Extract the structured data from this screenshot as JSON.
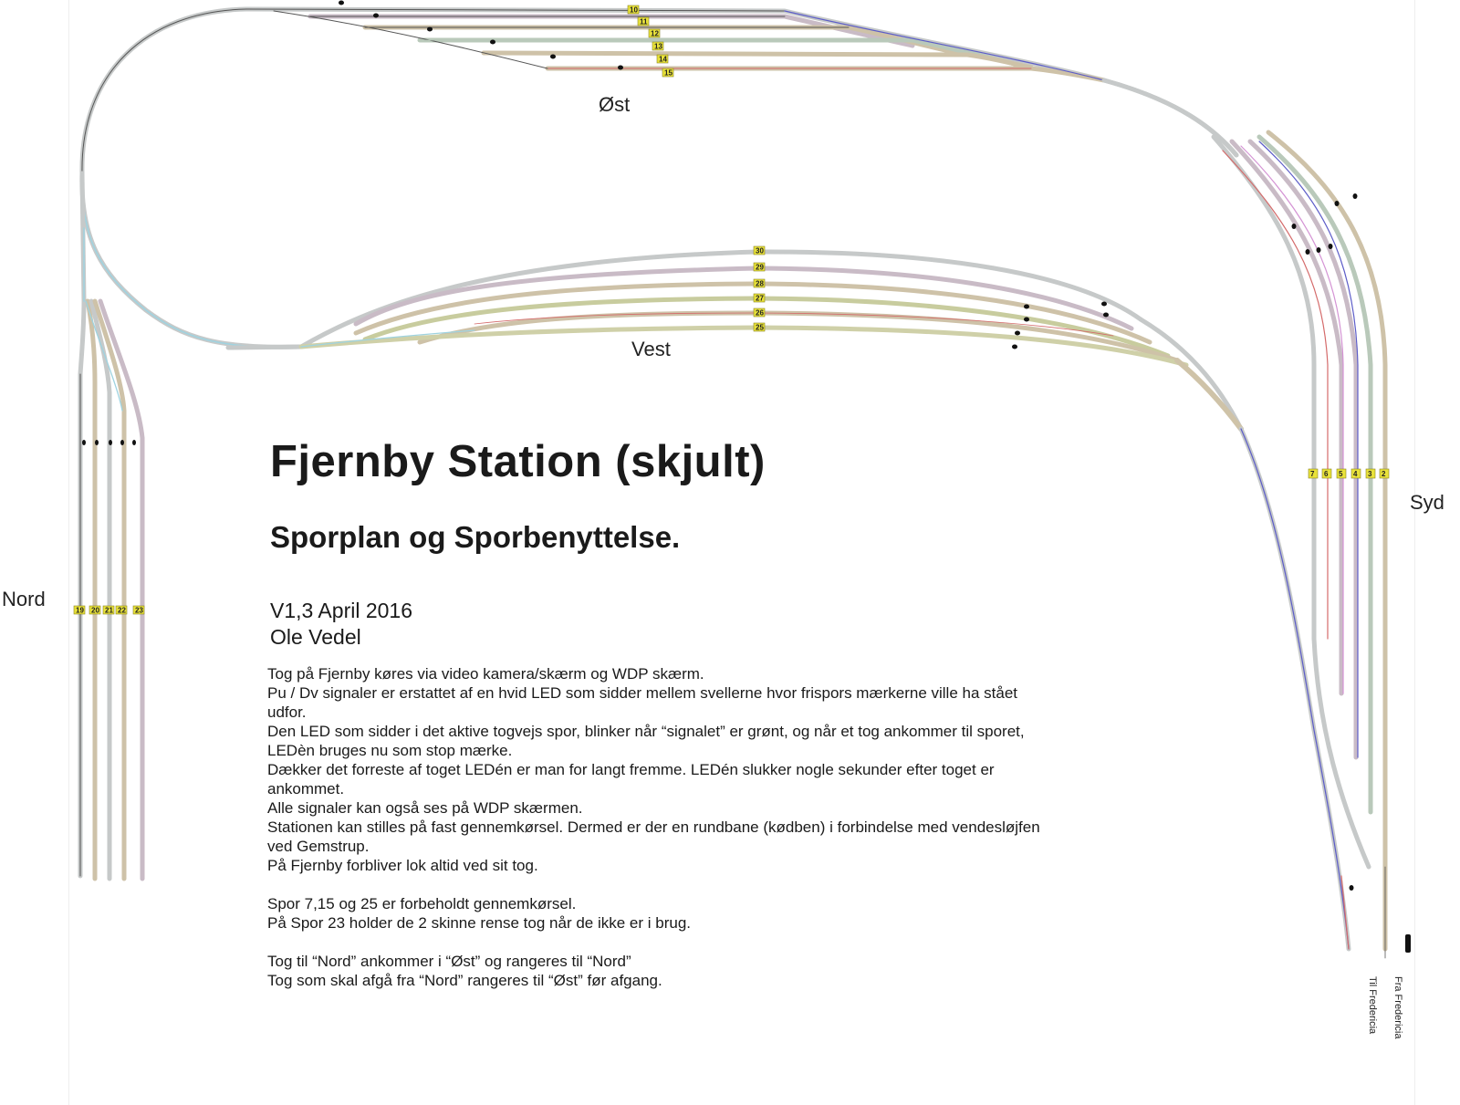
{
  "title": "Fjernby  Station (skjult)",
  "subtitle": "Sporplan og Sporbenyttelse.",
  "version": "V1,3 April 2016",
  "author": "Ole Vedel",
  "regions": {
    "east": "Øst",
    "west": "Vest",
    "north": "Nord",
    "south": "Syd"
  },
  "exits": {
    "to_fredericia": "Til Fredericia",
    "from_fredericia": "Fra Fredericia"
  },
  "notes": [
    "Tog på Fjernby køres via video kamera/skærm og WDP skærm.",
    "Pu / Dv signaler er erstattet af en hvid LED som sidder mellem svellerne hvor frispors mærkerne ville ha stået udfor.",
    "Den LED som sidder i det aktive togvejs spor, blinker når “signalet” er grønt, og når et tog ankommer til sporet, LEDèn bruges nu som stop mærke.",
    "Dækker det forreste af toget LEDén er man for langt fremme. LEDén slukker nogle sekunder efter toget er ankommet.",
    "Alle signaler kan også ses på WDP skærmen.",
    "Stationen kan stilles på fast gennemkørsel. Dermed er der en rundbane (kødben) i forbindelse med vendesløjfen ved Gemstrup.",
    "På Fjernby forbliver lok altid ved sit tog.",
    "",
    "Spor 7,15 og 25 er forbeholdt gennemkørsel.",
    "På Spor 23 holder de 2 skinne rense tog når de ikke er i brug.",
    "",
    "Tog til “Nord” ankommer i “Øst” og rangeres til “Nord”",
    "Tog som skal afgå fra “Nord” rangeres til “Øst” før afgang."
  ],
  "track_labels": {
    "east": [
      "10",
      "11",
      "12",
      "13",
      "14",
      "15"
    ],
    "west": [
      "30",
      "29",
      "28",
      "27",
      "26",
      "25"
    ],
    "north": [
      "19",
      "20",
      "21",
      "22",
      "23"
    ],
    "south": [
      "7",
      "6",
      "5",
      "4",
      "3",
      "2"
    ]
  },
  "colors": {
    "track_grey": "#c9cccc",
    "track_tan": "#cfc3a8",
    "track_mauve": "#c8b8c4",
    "track_sage": "#b8c9b8",
    "track_blue_link": "#9fd3e0",
    "track_violet": "#8a8ad6",
    "track_red": "#d46a6a",
    "track_pink": "#d493d4",
    "label_yellow": "#e9e23a"
  }
}
